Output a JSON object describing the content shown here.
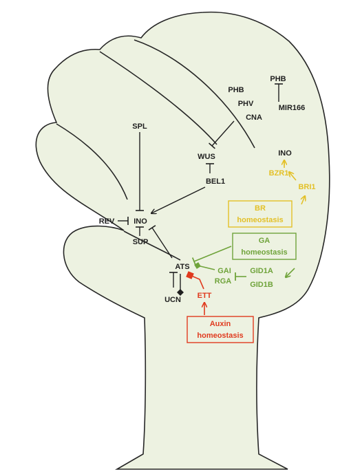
{
  "colors": {
    "organ_fill": "#edf2e1",
    "outline": "#262626",
    "black": "#1f1f1f",
    "br_yellow": "#e3c027",
    "ga_green": "#6fa33a",
    "auxin_red": "#e03a1e"
  },
  "genes": {
    "phb_top": "PHB",
    "mir166": "MIR166",
    "phb": "PHB",
    "phv": "PHV",
    "cna": "CNA",
    "ino_top": "INO",
    "spl": "SPL",
    "wus": "WUS",
    "bel1": "BEL1",
    "bzr1": "BZR1",
    "bri1": "BRI1",
    "rev": "REV",
    "ino": "INO",
    "sup": "SUP",
    "ats": "ATS",
    "ucn": "UCN",
    "gai": "GAI",
    "rga": "RGA",
    "gid1a": "GID1A",
    "gid1b": "GID1B",
    "ett": "ETT"
  },
  "boxes": {
    "br_line1": "BR",
    "br_line2": "homeostasis",
    "ga_line1": "GA",
    "ga_line2": "homeostasis",
    "auxin_line1": "Auxin",
    "auxin_line2": "homeostasis"
  }
}
